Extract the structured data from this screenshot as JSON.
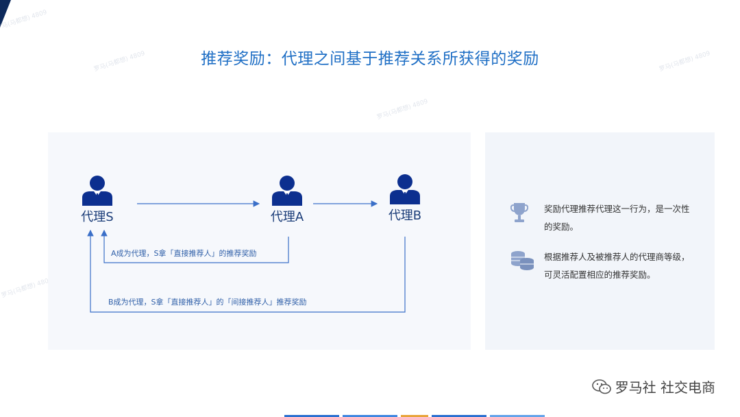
{
  "title": "推荐奖励：代理之间基于推荐关系所获得的奖励",
  "watermark": "罗马(马都想) 4809",
  "agents": {
    "s": "代理S",
    "a": "代理A",
    "b": "代理B"
  },
  "notes": {
    "inner": "A成为代理，S拿「直接推荐人」的推荐奖励",
    "outer": "B成为代理，S拿「直接推荐人」的「间接推荐人」推荐奖励"
  },
  "info": [
    {
      "icon": "trophy-icon",
      "text": "奖励代理推荐代理这一行为，是一次性的奖励。"
    },
    {
      "icon": "coins-icon",
      "text": "根据推荐人及被推荐人的代理商等级，可灵活配置相应的推荐奖励。"
    }
  ],
  "brand": "罗马社 社交电商",
  "colors": {
    "title": "#1f6fc5",
    "person": "#0c2f8f",
    "line": "#3a6fc8",
    "icon": "#8ea3cc"
  }
}
